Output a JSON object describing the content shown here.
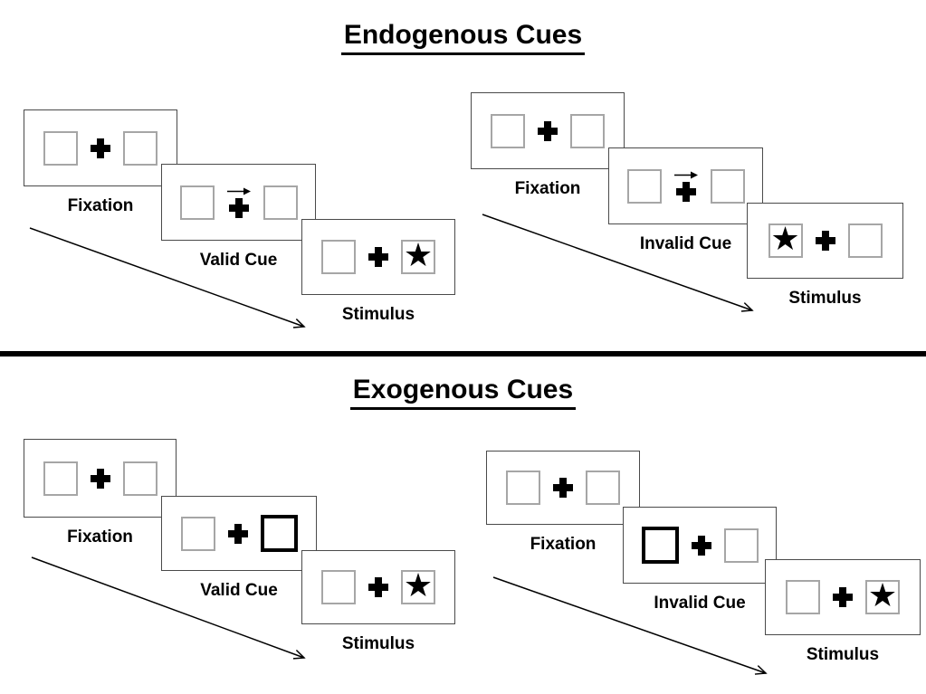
{
  "sections": [
    {
      "title": "Endogenous Cues"
    },
    {
      "title": "Exogenous Cues"
    }
  ],
  "glyphs": {
    "star": "★"
  },
  "colors": {
    "ink": "#000000",
    "frame_border": "#4a4a4a",
    "box_border": "#a6a6a6",
    "cue_highlight_border": "#000000"
  },
  "panels": [
    {
      "name": "endogenous-valid",
      "section": "Endogenous Cues",
      "steps": [
        {
          "label": "Fixation",
          "left_box": "empty",
          "center": "plus",
          "right_box": "empty"
        },
        {
          "label": "Valid Cue",
          "left_box": "empty",
          "center": "plus-with-right-arrow-cue",
          "right_box": "empty"
        },
        {
          "label": "Stimulus",
          "left_box": "empty",
          "center": "plus",
          "right_box": "star"
        }
      ]
    },
    {
      "name": "endogenous-invalid",
      "section": "Endogenous Cues",
      "steps": [
        {
          "label": "Fixation",
          "left_box": "empty",
          "center": "plus",
          "right_box": "empty"
        },
        {
          "label": "Invalid Cue",
          "left_box": "empty",
          "center": "plus-with-right-arrow-cue",
          "right_box": "empty"
        },
        {
          "label": "Stimulus",
          "left_box": "star",
          "center": "plus",
          "right_box": "empty"
        }
      ]
    },
    {
      "name": "exogenous-valid",
      "section": "Exogenous Cues",
      "steps": [
        {
          "label": "Fixation",
          "left_box": "empty",
          "center": "plus",
          "right_box": "empty"
        },
        {
          "label": "Valid Cue",
          "left_box": "empty",
          "center": "plus",
          "right_box": "highlighted-cue-box"
        },
        {
          "label": "Stimulus",
          "left_box": "empty",
          "center": "plus",
          "right_box": "star"
        }
      ]
    },
    {
      "name": "exogenous-invalid",
      "section": "Exogenous Cues",
      "steps": [
        {
          "label": "Fixation",
          "left_box": "empty",
          "center": "plus",
          "right_box": "empty"
        },
        {
          "label": "Invalid Cue",
          "left_box": "highlighted-cue-box",
          "center": "plus",
          "right_box": "empty"
        },
        {
          "label": "Stimulus",
          "left_box": "empty",
          "center": "plus",
          "right_box": "star"
        }
      ]
    }
  ]
}
